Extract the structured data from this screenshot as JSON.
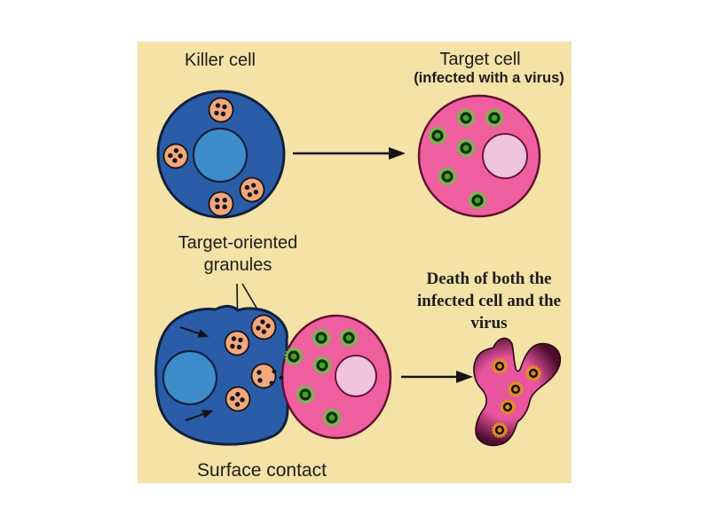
{
  "labels": {
    "killer_cell": "Killer cell",
    "target_cell": "Target cell",
    "target_cell_sub": "(infected with a virus)",
    "granules": "Target-oriented\ngranules",
    "surface_contact": "Surface contact",
    "death_caption": "Death of both the infected cell and the virus"
  },
  "colors": {
    "page_bg": "#FFFFFF",
    "panel_beige": "#F5E2A6",
    "cell_blue": "#2B5CA8",
    "nucleus_blue": "#3F8CCB",
    "outline_navy": "#10203E",
    "granule_fill": "#F3A77D",
    "outline_black": "#151515",
    "cell_pink": "#EF5FA0",
    "nucleus_pink": "#F0C3DE",
    "outline_maroon": "#5E0F2E",
    "virus_green": "#6CC044",
    "virus_ring": "#15270B",
    "virus_core": "#3FA52C",
    "dying_center": "#E9559F",
    "dying_edge": "#4E0D30",
    "dying_virus_orange": "#E0911C",
    "dying_virus_ring": "#1C0D04",
    "arrow_black": "#141414",
    "text_color": "#1C1C1C"
  },
  "icons": {
    "killer_cell": "killer-cell",
    "target_cell": "target-cell",
    "granule": "granule-icon",
    "virus": "virus-icon",
    "dying_cell": "dying-cell",
    "dying_virus": "dying-virus-icon",
    "arrow": "arrow-right-icon"
  }
}
